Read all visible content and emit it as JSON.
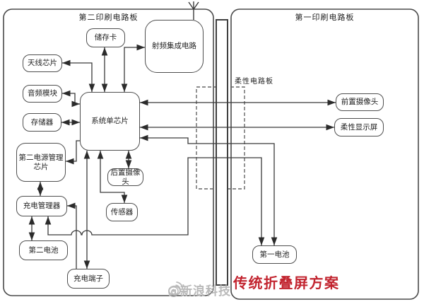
{
  "boards": {
    "second_pcb": {
      "title": "第二印刷电路板"
    },
    "first_pcb": {
      "title": "第一印刷电路板"
    },
    "flex_pcb": {
      "title": "柔性电路板"
    }
  },
  "nodes": {
    "memory_card": {
      "label": "储存卡"
    },
    "rf_ic": {
      "label": "射频集成电路"
    },
    "antenna_chip": {
      "label": "天线芯片"
    },
    "audio_module": {
      "label": "音频模块"
    },
    "memory": {
      "label": "存储器"
    },
    "soc": {
      "label": "系统单芯片"
    },
    "pmic2": {
      "label": "第二电源管理芯片"
    },
    "charge_manager": {
      "label": "充电管理器"
    },
    "battery2": {
      "label": "第二电池"
    },
    "charge_terminal": {
      "label": "充电端子"
    },
    "rear_camera": {
      "label": "后置摄像头"
    },
    "sensor": {
      "label": "传感器"
    },
    "front_camera": {
      "label": "前置摄像头"
    },
    "flex_display": {
      "label": "柔性显示屏"
    },
    "battery1": {
      "label": "第一电池"
    }
  },
  "edges": [
    {
      "from": "soc",
      "to": "memory_card",
      "arrows": "both"
    },
    {
      "from": "soc",
      "to": "rf_ic",
      "arrows": "both"
    },
    {
      "from": "soc",
      "to": "antenna_chip",
      "arrows": "both"
    },
    {
      "from": "soc",
      "to": "audio_module",
      "arrows": "both"
    },
    {
      "from": "soc",
      "to": "memory",
      "arrows": "both"
    },
    {
      "from": "soc",
      "to": "pmic2",
      "arrows": "to"
    },
    {
      "from": "soc",
      "to": "rear_camera",
      "arrows": "both"
    },
    {
      "from": "soc",
      "to": "sensor",
      "arrows": "both"
    },
    {
      "from": "soc",
      "to": "charge_terminal",
      "arrows": "both"
    },
    {
      "from": "charge_terminal",
      "to": "charge_manager",
      "arrows": "to"
    },
    {
      "from": "pmic2",
      "to": "charge_manager",
      "arrows": "both"
    },
    {
      "from": "charge_manager",
      "to": "battery2",
      "arrows": "both"
    },
    {
      "from": "charge_manager",
      "to": "battery1",
      "arrows": "both"
    },
    {
      "from": "soc",
      "to": "battery1",
      "arrows": "both"
    },
    {
      "from": "soc",
      "to": "front_camera",
      "arrows": "both"
    },
    {
      "from": "soc",
      "to": "flex_display",
      "arrows": "both"
    }
  ],
  "caption": {
    "text": "传统折叠屏方案",
    "color": "#c2242f"
  },
  "watermark": {
    "text": "@新浪科技",
    "icon": "weibo-icon"
  },
  "icons": {
    "antenna": "antenna-icon"
  },
  "colors": {
    "line": "#3a3a3a",
    "box_border": "#4f4f4f",
    "caption_red": "#c2242f",
    "watermark_gray": "#a9a9a9"
  }
}
